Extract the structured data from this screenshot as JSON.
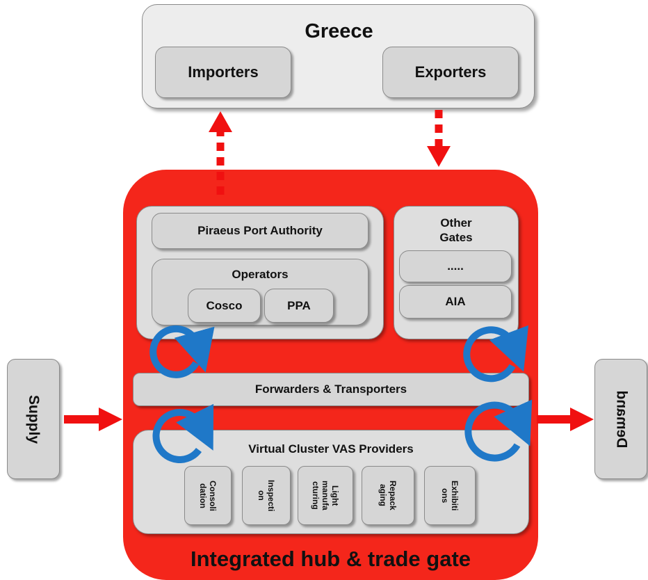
{
  "greece": {
    "title": "Greece",
    "importers": "Importers",
    "exporters": "Exporters"
  },
  "hub": {
    "title": "Integrated hub & trade gate",
    "port_authority": "Piraeus Port Authority",
    "operators": {
      "title": "Operators",
      "items": [
        "Cosco",
        "PPA"
      ]
    },
    "other_gates": {
      "title": "Other\nGates",
      "items": [
        ".....",
        "AIA"
      ]
    },
    "forwarders": "Forwarders & Transporters",
    "vas": {
      "title": "Virtual Cluster VAS Providers",
      "services": [
        "Consoli\ndation",
        "Inspecti\non",
        "Light\nmanufa\ncturing",
        "Repack\naging",
        "Exhibiti\nons"
      ]
    }
  },
  "supply": "Supply",
  "demand": "Demand",
  "colors": {
    "hub_red": "#f4261b",
    "arrow_red": "#f01010",
    "cycle_blue": "#1f78c8",
    "box_gray": "#d6d6d6"
  }
}
